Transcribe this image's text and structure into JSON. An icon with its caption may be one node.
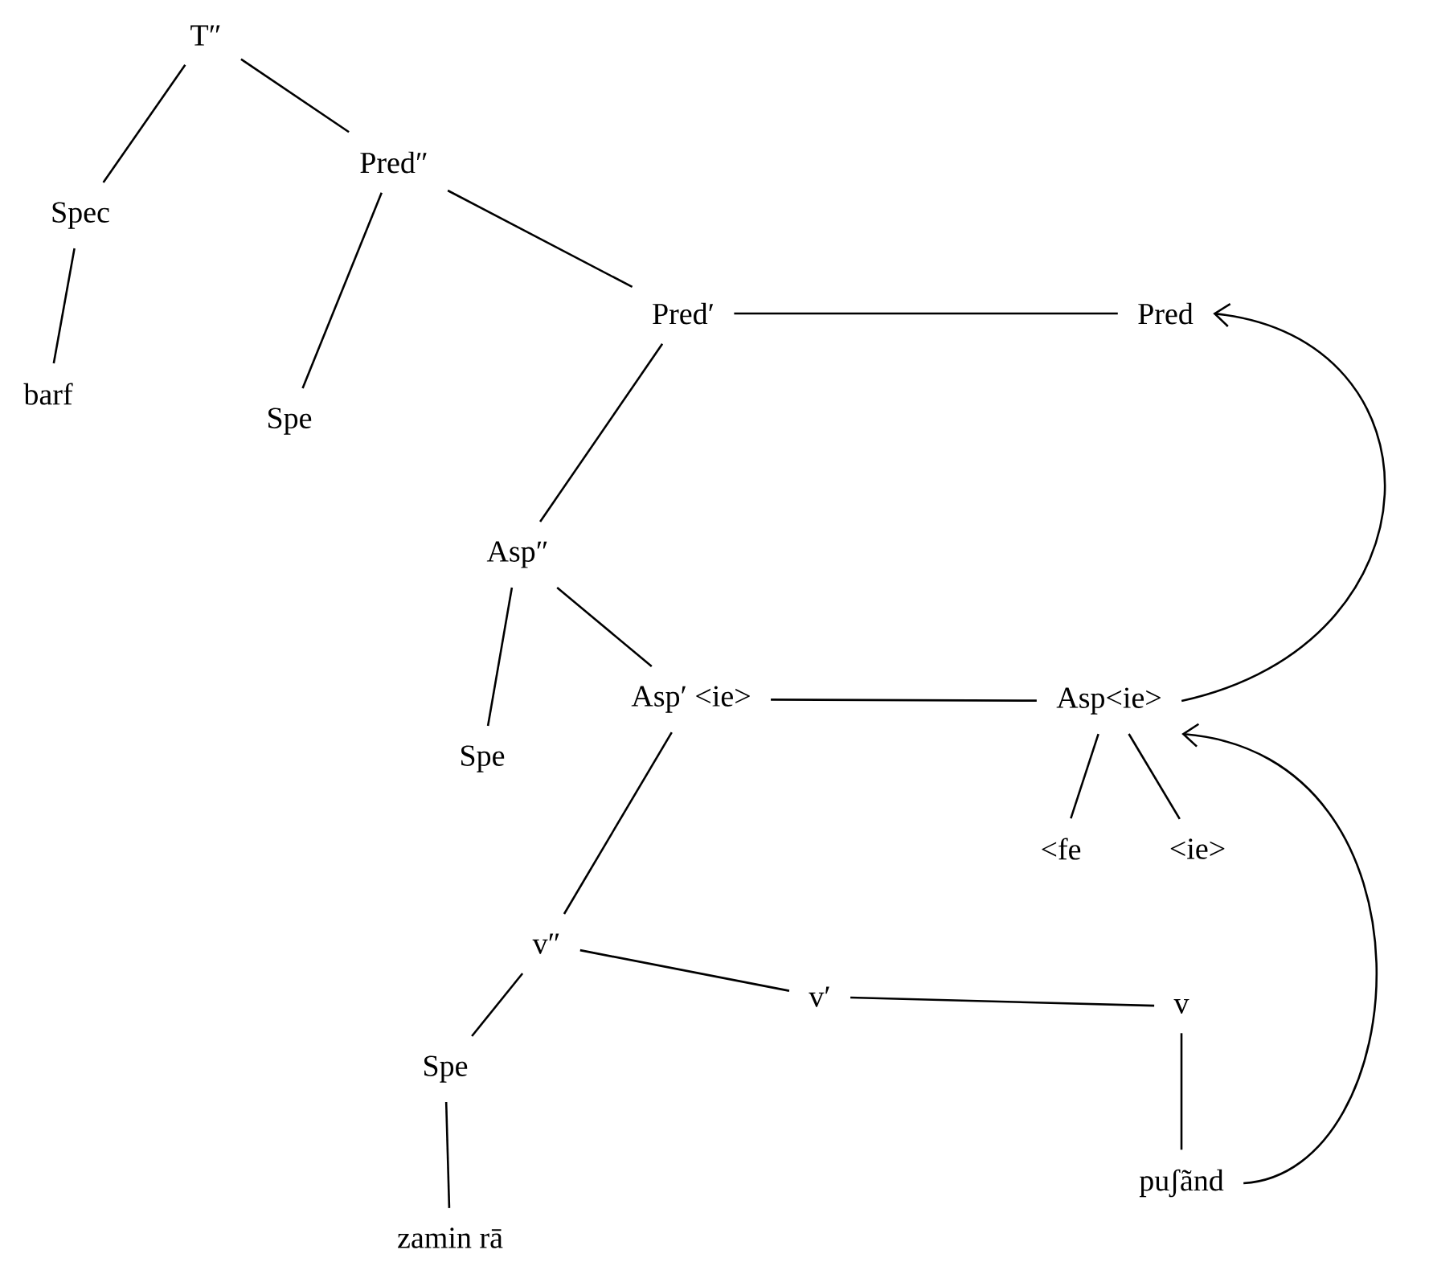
{
  "diagram": {
    "nodes": [
      {
        "text": [
          "T″"
        ]
      },
      {
        "text": [
          "Spec"
        ]
      },
      {
        "text": [
          "Pred″"
        ]
      },
      {
        "text": [
          "barf"
        ]
      },
      {
        "text": [
          "Spe"
        ]
      },
      {
        "text": [
          "Pred′"
        ]
      },
      {
        "text": [
          "Pred"
        ]
      },
      {
        "text": [
          "Asp″"
        ]
      },
      {
        "text": [
          "Spe"
        ]
      },
      {
        "text": [
          "Asp′ <ie>"
        ]
      },
      {
        "text": [
          "Asp<ie>"
        ]
      },
      {
        "text": [
          "<fe"
        ]
      },
      {
        "text": [
          "<ie>"
        ]
      },
      {
        "text": [
          "v″"
        ]
      },
      {
        "text": [
          "v′"
        ]
      },
      {
        "text": [
          "v"
        ]
      },
      {
        "text": [
          "Spe"
        ]
      },
      {
        "text": [
          "puʃãnd"
        ]
      },
      {
        "text": [
          "zamin rā"
        ]
      }
    ],
    "edges": [
      {
        "from": 0,
        "to": 1,
        "arrow": "none"
      },
      {
        "from": 0,
        "to": 2,
        "arrow": "none"
      },
      {
        "from": 1,
        "to": 3,
        "arrow": "none"
      },
      {
        "from": 2,
        "to": 4,
        "arrow": "none"
      },
      {
        "from": 2,
        "to": 5,
        "arrow": "none"
      },
      {
        "from": 5,
        "to": 6,
        "arrow": "none"
      },
      {
        "from": 5,
        "to": 7,
        "arrow": "none"
      },
      {
        "from": 7,
        "to": 8,
        "arrow": "none"
      },
      {
        "from": 7,
        "to": 9,
        "arrow": "none"
      },
      {
        "from": 9,
        "to": 10,
        "arrow": "none"
      },
      {
        "from": 10,
        "to": 11,
        "arrow": "none"
      },
      {
        "from": 10,
        "to": 12,
        "arrow": "none"
      },
      {
        "from": 9,
        "to": 13,
        "arrow": "none"
      },
      {
        "from": 13,
        "to": 16,
        "arrow": "none"
      },
      {
        "from": 13,
        "to": 14,
        "arrow": "none"
      },
      {
        "from": 14,
        "to": 15,
        "arrow": "none"
      },
      {
        "from": 15,
        "to": 17,
        "arrow": "none"
      },
      {
        "from": 16,
        "to": 18,
        "arrow": "none"
      },
      {
        "from": 10,
        "to": 6,
        "arrow": "to"
      },
      {
        "from": 17,
        "to": 10,
        "arrow": "to"
      }
    ]
  }
}
